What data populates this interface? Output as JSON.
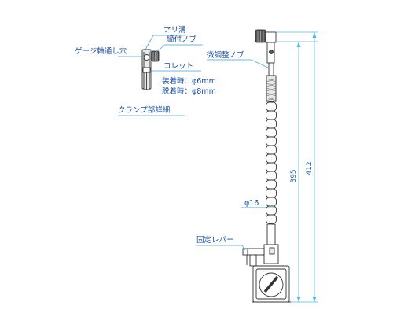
{
  "labels": {
    "ari_mizo": "アリ溝",
    "shimetsuke_nobu": "締付ノブ",
    "gauge_hole": "ゲージ軸通し穴",
    "collet": "コレット",
    "mount_6": "装着時：φ6mm",
    "remove_8": "脱着時：φ8mm",
    "clamp_detail": "クランプ部詳細",
    "fine_adjust_knob": "微調整ノブ",
    "diameter_16": "φ16",
    "lock_lever": "固定レバー"
  },
  "dimensions": {
    "height_395": "395",
    "height_412": "412"
  },
  "colors": {
    "label": "#1f4f9a",
    "leader": "#4aa3c8",
    "outline": "#333333"
  }
}
